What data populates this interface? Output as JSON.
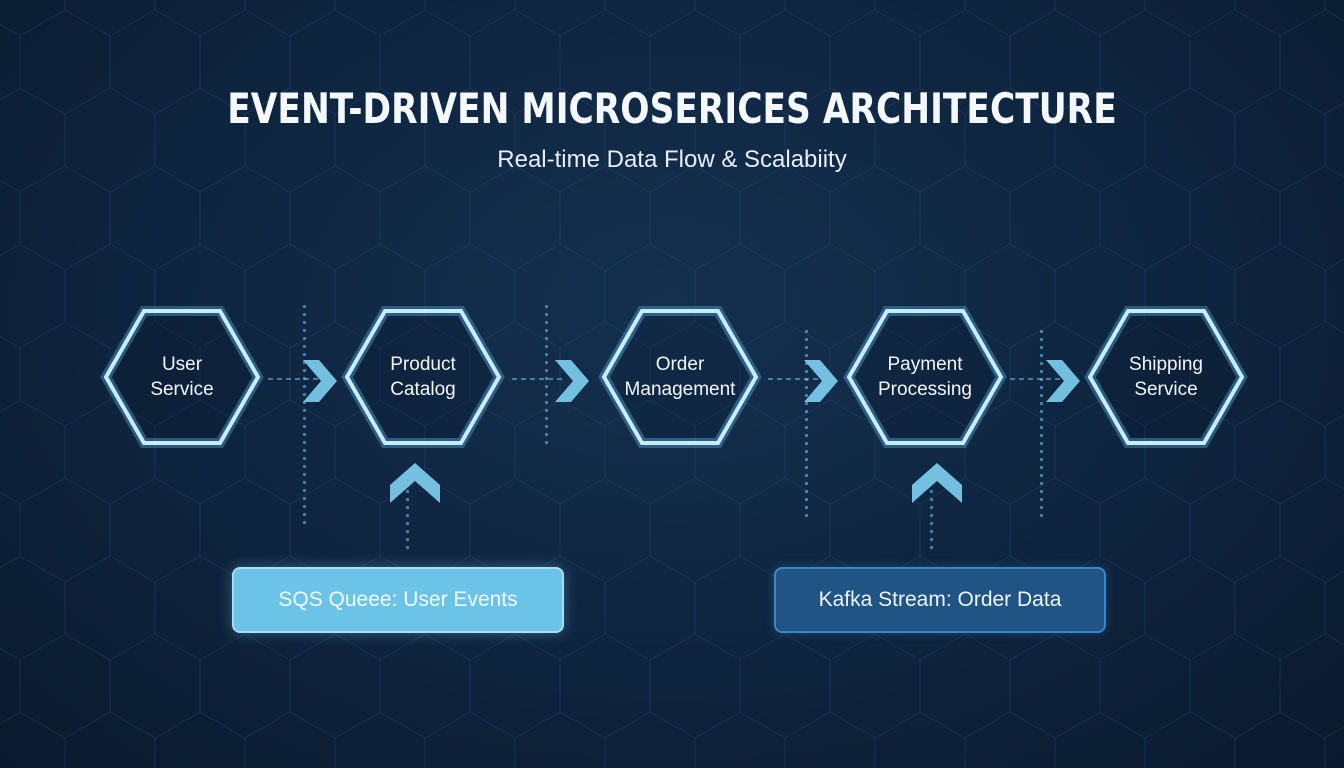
{
  "header": {
    "title": "EVENT-DRIVEN MICROSERICES ARCHITECTURE",
    "subtitle": "Real-time Data Flow & Scalabiity"
  },
  "services": [
    {
      "id": "user-service",
      "line1": "User",
      "line2": "Service"
    },
    {
      "id": "product-catalog",
      "line1": "Product",
      "line2": "Catalog"
    },
    {
      "id": "order-management",
      "line1": "Order",
      "line2": "Management"
    },
    {
      "id": "payment-processing",
      "line1": "Payment",
      "line2": "Processing"
    },
    {
      "id": "shipping-service",
      "line1": "Shipping",
      "line2": "Service"
    }
  ],
  "queues": [
    {
      "id": "sqs",
      "label": "SQS Queee: User Events",
      "feeds": "product-catalog",
      "color": "#6cc3e8"
    },
    {
      "id": "kafka",
      "label": "Kafka Stream: Order Data",
      "feeds": "payment-processing",
      "color": "#1f5485"
    }
  ],
  "colors": {
    "background": "#0f2641",
    "hex_stroke": "#c9ecfb",
    "hex_glow": "#5bc0f0",
    "arrow": "#7fd0f2"
  }
}
